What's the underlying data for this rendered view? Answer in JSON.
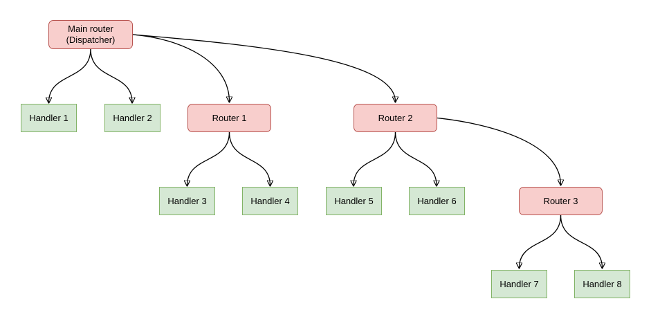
{
  "diagram": {
    "background": "#ffffff",
    "colors": {
      "router_fill": "#f8cecc",
      "router_stroke": "#b85450",
      "handler_fill": "#d5e8d4",
      "handler_stroke": "#82b366",
      "edge": "#000000",
      "text": "#000000"
    },
    "nodes": [
      {
        "id": "main_router",
        "type": "router",
        "label": "Main router",
        "label2": "(Dispatcher)"
      },
      {
        "id": "handler_1",
        "type": "handler",
        "label": "Handler 1"
      },
      {
        "id": "handler_2",
        "type": "handler",
        "label": "Handler 2"
      },
      {
        "id": "router_1",
        "type": "router",
        "label": "Router 1"
      },
      {
        "id": "handler_3",
        "type": "handler",
        "label": "Handler 3"
      },
      {
        "id": "handler_4",
        "type": "handler",
        "label": "Handler 4"
      },
      {
        "id": "router_2",
        "type": "router",
        "label": "Router 2"
      },
      {
        "id": "handler_5",
        "type": "handler",
        "label": "Handler 5"
      },
      {
        "id": "handler_6",
        "type": "handler",
        "label": "Handler 6"
      },
      {
        "id": "router_3",
        "type": "router",
        "label": "Router 3"
      },
      {
        "id": "handler_7",
        "type": "handler",
        "label": "Handler 7"
      },
      {
        "id": "handler_8",
        "type": "handler",
        "label": "Handler 8"
      }
    ],
    "edges": [
      {
        "from": "main_router",
        "to": "handler_1"
      },
      {
        "from": "main_router",
        "to": "handler_2"
      },
      {
        "from": "main_router",
        "to": "router_1"
      },
      {
        "from": "main_router",
        "to": "router_2"
      },
      {
        "from": "router_1",
        "to": "handler_3"
      },
      {
        "from": "router_1",
        "to": "handler_4"
      },
      {
        "from": "router_2",
        "to": "handler_5"
      },
      {
        "from": "router_2",
        "to": "handler_6"
      },
      {
        "from": "router_2",
        "to": "router_3"
      },
      {
        "from": "router_3",
        "to": "handler_7"
      },
      {
        "from": "router_3",
        "to": "handler_8"
      }
    ]
  }
}
